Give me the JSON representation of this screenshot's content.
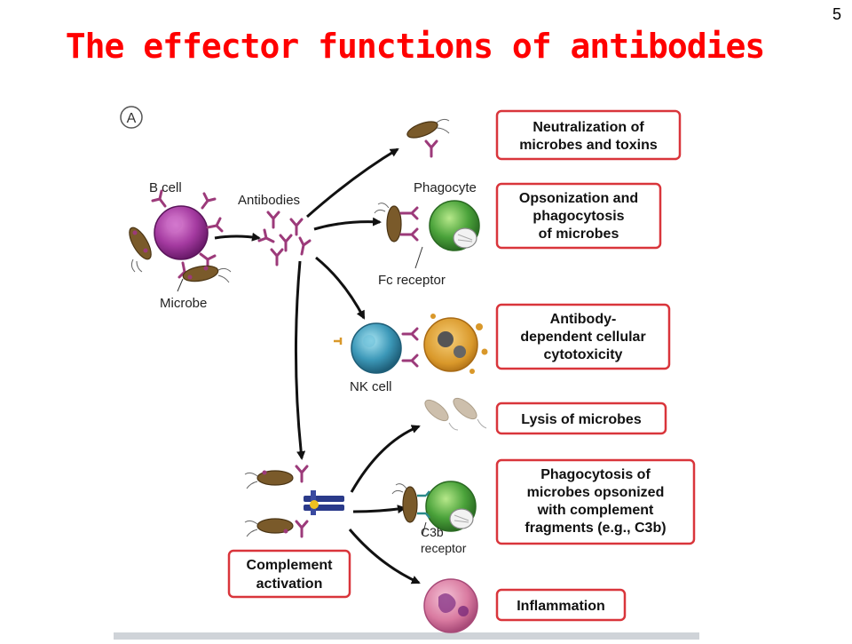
{
  "slide": {
    "number": "5",
    "title": "The effector functions of antibodies"
  },
  "figure": {
    "panel_label": "A",
    "labels": {
      "b_cell": "B cell",
      "antibodies": "Antibodies",
      "microbe": "Microbe",
      "phagocyte": "Phagocyte",
      "fc_receptor": "Fc receptor",
      "nk_cell": "NK cell",
      "c3b_receptor_line1": "C3b",
      "c3b_receptor_line2": "receptor"
    },
    "complement_activation": [
      "Complement",
      "activation"
    ],
    "outcomes": [
      {
        "lines": [
          "Neutralization of",
          "microbes and toxins"
        ]
      },
      {
        "lines": [
          "Opsonization and",
          "phagocytosis",
          "of microbes"
        ]
      },
      {
        "lines": [
          "Antibody-",
          "dependent cellular",
          "cytotoxicity"
        ]
      },
      {
        "lines": [
          "Lysis of microbes"
        ]
      },
      {
        "lines": [
          "Phagocytosis of",
          "microbes opsonized",
          "with complement",
          "fragments (e.g., C3b)"
        ]
      },
      {
        "lines": [
          "Inflammation"
        ]
      }
    ],
    "colors": {
      "box_border": "#d9353b",
      "antibody": "#9c3a7a",
      "b_cell": "#8e2f8f",
      "phagocyte": "#4aa23a",
      "nk_cell": "#3c98b8",
      "target_cell": "#d9982a",
      "microbe": "#7a5a2a",
      "inflammation_cell": "#d97aa0"
    }
  }
}
